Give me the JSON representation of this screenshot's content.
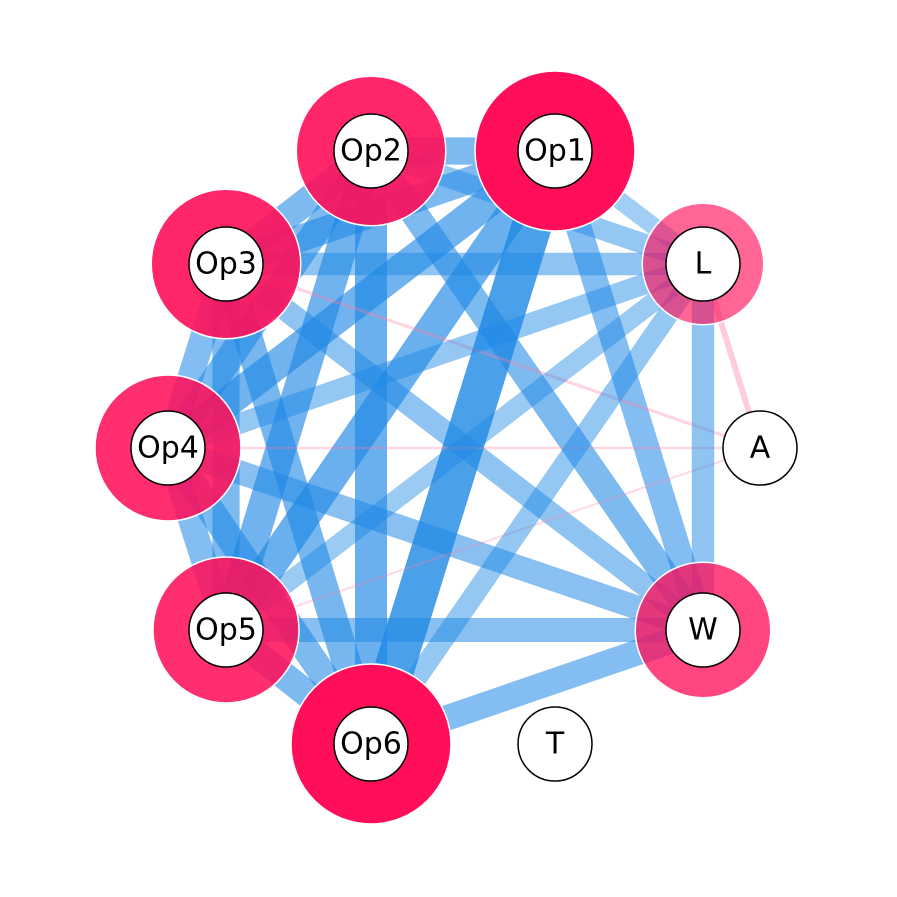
{
  "colors": {
    "edge_blue": "#1e88e5",
    "edge_pink": "#ff80a8",
    "node_halo": "#ff0f5a",
    "node_fill": "#ffffff",
    "node_stroke": "#000000"
  },
  "nodes": [
    {
      "id": "Op1",
      "label": "Op1",
      "weight": 1.0
    },
    {
      "id": "Op2",
      "label": "Op2",
      "weight": 0.85
    },
    {
      "id": "Op3",
      "label": "Op3",
      "weight": 0.85
    },
    {
      "id": "Op4",
      "label": "Op4",
      "weight": 0.8
    },
    {
      "id": "Op5",
      "label": "Op5",
      "weight": 0.8
    },
    {
      "id": "Op6",
      "label": "Op6",
      "weight": 1.0
    },
    {
      "id": "L",
      "label": "L",
      "weight": 0.45
    },
    {
      "id": "A",
      "label": "A",
      "weight": 0
    },
    {
      "id": "W",
      "label": "W",
      "weight": 0.65
    },
    {
      "id": "T",
      "label": "T",
      "weight": 0
    }
  ],
  "edges": [
    {
      "source": "Op1",
      "target": "Op6",
      "weight": 1.0,
      "kind": "blue"
    },
    {
      "source": "Op1",
      "target": "Op5",
      "weight": 0.75,
      "kind": "blue"
    },
    {
      "source": "Op1",
      "target": "Op4",
      "weight": 0.7,
      "kind": "blue"
    },
    {
      "source": "Op1",
      "target": "Op3",
      "weight": 0.6,
      "kind": "blue"
    },
    {
      "source": "Op1",
      "target": "Op2",
      "weight": 0.6,
      "kind": "blue"
    },
    {
      "source": "Op1",
      "target": "W",
      "weight": 0.55,
      "kind": "blue"
    },
    {
      "source": "Op1",
      "target": "L",
      "weight": 0.3,
      "kind": "blue"
    },
    {
      "source": "Op2",
      "target": "Op6",
      "weight": 0.75,
      "kind": "blue"
    },
    {
      "source": "Op2",
      "target": "Op5",
      "weight": 0.7,
      "kind": "blue"
    },
    {
      "source": "Op2",
      "target": "Op4",
      "weight": 0.6,
      "kind": "blue"
    },
    {
      "source": "Op2",
      "target": "Op3",
      "weight": 0.6,
      "kind": "blue"
    },
    {
      "source": "Op2",
      "target": "W",
      "weight": 0.6,
      "kind": "blue"
    },
    {
      "source": "Op2",
      "target": "L",
      "weight": 0.4,
      "kind": "blue"
    },
    {
      "source": "Op3",
      "target": "Op6",
      "weight": 0.65,
      "kind": "blue"
    },
    {
      "source": "Op3",
      "target": "Op5",
      "weight": 0.6,
      "kind": "blue"
    },
    {
      "source": "Op3",
      "target": "Op4",
      "weight": 0.55,
      "kind": "blue"
    },
    {
      "source": "Op3",
      "target": "W",
      "weight": 0.45,
      "kind": "blue"
    },
    {
      "source": "Op3",
      "target": "L",
      "weight": 0.45,
      "kind": "blue"
    },
    {
      "source": "Op3",
      "target": "A",
      "weight": 0.08,
      "kind": "pink"
    },
    {
      "source": "Op4",
      "target": "Op6",
      "weight": 0.6,
      "kind": "blue"
    },
    {
      "source": "Op4",
      "target": "Op5",
      "weight": 0.55,
      "kind": "blue"
    },
    {
      "source": "Op4",
      "target": "W",
      "weight": 0.5,
      "kind": "blue"
    },
    {
      "source": "Op4",
      "target": "L",
      "weight": 0.4,
      "kind": "blue"
    },
    {
      "source": "Op4",
      "target": "A",
      "weight": 0.06,
      "kind": "pink"
    },
    {
      "source": "Op5",
      "target": "Op6",
      "weight": 0.6,
      "kind": "blue"
    },
    {
      "source": "Op5",
      "target": "W",
      "weight": 0.5,
      "kind": "blue"
    },
    {
      "source": "Op5",
      "target": "L",
      "weight": 0.35,
      "kind": "blue"
    },
    {
      "source": "Op5",
      "target": "A",
      "weight": 0.05,
      "kind": "pink"
    },
    {
      "source": "Op6",
      "target": "W",
      "weight": 0.55,
      "kind": "blue"
    },
    {
      "source": "Op6",
      "target": "L",
      "weight": 0.4,
      "kind": "blue"
    },
    {
      "source": "L",
      "target": "W",
      "weight": 0.45,
      "kind": "blue"
    },
    {
      "source": "L",
      "target": "A",
      "weight": 0.15,
      "kind": "pink"
    }
  ]
}
